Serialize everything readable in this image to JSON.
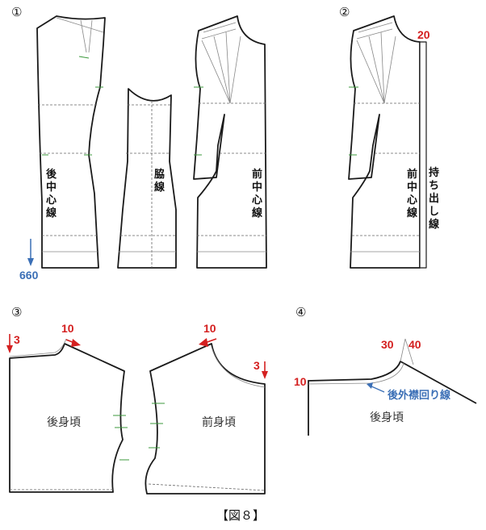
{
  "panels": [
    {
      "marker": "①",
      "labels": {
        "back_center": "後中心線",
        "side": "脇線",
        "front_center": "前中心線"
      },
      "measure": "660"
    },
    {
      "marker": "②",
      "labels": {
        "front_center": "前中心線",
        "extension": "持ち出し線"
      },
      "measure": "20"
    },
    {
      "marker": "③",
      "labels": {
        "back_body": "後身頃",
        "front_body": "前身頃"
      },
      "measures": {
        "back_drop": "3",
        "back_neck": "10",
        "front_neck": "10",
        "front_drop": "3"
      }
    },
    {
      "marker": "④",
      "labels": {
        "back_body": "後身頃",
        "collar_line": "後外襟回り線"
      },
      "measures": {
        "left": "10",
        "a": "30",
        "b": "40"
      }
    }
  ],
  "caption": "【図８】",
  "colors": {
    "red": "#d42020",
    "blue": "#3b6fb6",
    "green": "#3c9a3c"
  }
}
